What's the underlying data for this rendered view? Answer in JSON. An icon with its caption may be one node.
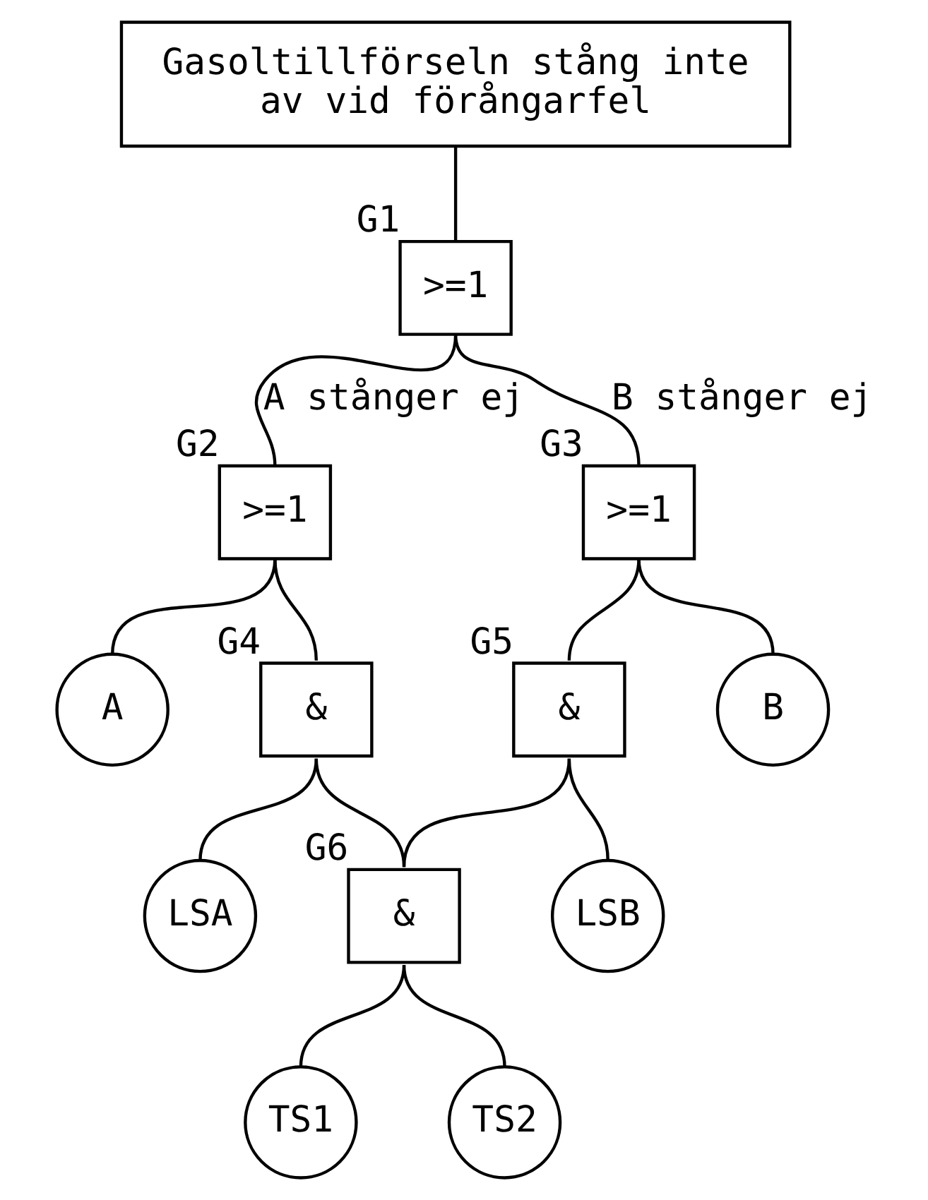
{
  "diagram": {
    "nodes": [
      {
        "text": [
          "Gasoltillförseln stång inte av vid förångarfel"
        ]
      },
      {
        "text": [
          ">=1"
        ],
        "beside": [
          "G1"
        ]
      },
      {
        "text": [
          ">=1"
        ],
        "beside": [
          "G2"
        ]
      },
      {
        "text": [
          ">=1"
        ],
        "beside": [
          "G3"
        ]
      },
      {
        "text": [
          "A"
        ]
      },
      {
        "text": [
          "&"
        ],
        "beside": [
          "G4"
        ]
      },
      {
        "text": [
          "&"
        ],
        "beside": [
          "G5"
        ]
      },
      {
        "text": [
          "B"
        ]
      },
      {
        "text": [
          "LSA"
        ]
      },
      {
        "text": [
          "&"
        ],
        "beside": [
          "G6"
        ]
      },
      {
        "text": [
          "LSB"
        ]
      },
      {
        "text": [
          "TS1"
        ]
      },
      {
        "text": [
          "TS2"
        ]
      }
    ],
    "edges": [
      {
        "from": 0,
        "to": 1,
        "arrow": "none"
      },
      {
        "from": 1,
        "to": 2,
        "arrow": "none",
        "label": "A stånger ej"
      },
      {
        "from": 1,
        "to": 3,
        "arrow": "none",
        "label": "B stånger ej"
      },
      {
        "from": 2,
        "to": 4,
        "arrow": "none"
      },
      {
        "from": 2,
        "to": 5,
        "arrow": "none"
      },
      {
        "from": 3,
        "to": 6,
        "arrow": "none"
      },
      {
        "from": 3,
        "to": 7,
        "arrow": "none"
      },
      {
        "from": 5,
        "to": 8,
        "arrow": "none"
      },
      {
        "from": 5,
        "to": 9,
        "arrow": "none"
      },
      {
        "from": 6,
        "to": 9,
        "arrow": "none"
      },
      {
        "from": 6,
        "to": 10,
        "arrow": "none"
      },
      {
        "from": 9,
        "to": 11,
        "arrow": "none"
      },
      {
        "from": 9,
        "to": 12,
        "arrow": "none"
      }
    ]
  }
}
